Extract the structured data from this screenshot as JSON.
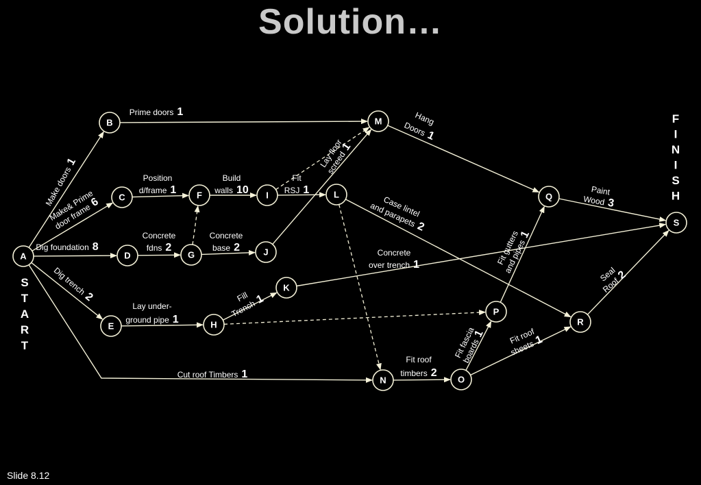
{
  "title": "Solution…",
  "slide_number": "Slide 8.12",
  "start_label": "START",
  "finish_label": "FINISH",
  "colors": {
    "background": "#000000",
    "line": "#f4f1d8",
    "text": "#ffffff",
    "title": "#c9c9c9"
  },
  "nodes": [
    "A",
    "B",
    "C",
    "D",
    "E",
    "F",
    "G",
    "H",
    "I",
    "J",
    "K",
    "L",
    "M",
    "N",
    "O",
    "P",
    "Q",
    "R",
    "S"
  ],
  "activities": [
    {
      "from": "A",
      "to": "B",
      "lines": [
        "Make doors"
      ],
      "duration": "1"
    },
    {
      "from": "A",
      "to": "C",
      "lines": [
        "Make& Prime",
        "door frame"
      ],
      "duration": "6"
    },
    {
      "from": "A",
      "to": "D",
      "lines": [
        "Dig foundation"
      ],
      "duration": "8"
    },
    {
      "from": "A",
      "to": "E",
      "lines": [
        "Dig trench"
      ],
      "duration": "2"
    },
    {
      "from": "A",
      "to": "N",
      "lines": [
        "Cut roof Timbers"
      ],
      "duration": "1"
    },
    {
      "from": "B",
      "to": "M",
      "lines": [
        "Prime doors"
      ],
      "duration": "1"
    },
    {
      "from": "C",
      "to": "F",
      "lines": [
        "Position",
        "d/frame"
      ],
      "duration": "1"
    },
    {
      "from": "D",
      "to": "G",
      "lines": [
        "Concrete",
        "fdns"
      ],
      "duration": "2"
    },
    {
      "from": "G",
      "to": "J",
      "lines": [
        "Concrete",
        "base"
      ],
      "duration": "2"
    },
    {
      "from": "F",
      "to": "I",
      "lines": [
        "Build",
        "walls"
      ],
      "duration": "10"
    },
    {
      "from": "I",
      "to": "L",
      "lines": [
        "Fit",
        "RSJ"
      ],
      "duration": "1"
    },
    {
      "from": "J",
      "to": "M",
      "lines": [
        "Lay floor",
        "screed"
      ],
      "duration": "1"
    },
    {
      "from": "E",
      "to": "H",
      "lines": [
        "Lay under-",
        "ground pipe"
      ],
      "duration": "1"
    },
    {
      "from": "H",
      "to": "K",
      "lines": [
        "Fill",
        "Trench"
      ],
      "duration": "1"
    },
    {
      "from": "K",
      "to": "S",
      "lines": [
        "Concrete",
        "over trench"
      ],
      "duration": "1"
    },
    {
      "from": "L",
      "to": "R",
      "lines": [
        "Case lintel",
        "and parapets"
      ],
      "duration": "2"
    },
    {
      "from": "M",
      "to": "Q",
      "lines": [
        "Hang",
        "Doors"
      ],
      "duration": "1"
    },
    {
      "from": "N",
      "to": "O",
      "lines": [
        "Fit roof",
        "timbers"
      ],
      "duration": "2"
    },
    {
      "from": "O",
      "to": "P",
      "lines": [
        "Fit fascia",
        "boards"
      ],
      "duration": "1"
    },
    {
      "from": "O",
      "to": "R",
      "lines": [
        "Fit roof",
        "sheets"
      ],
      "duration": "1"
    },
    {
      "from": "P",
      "to": "Q",
      "lines": [
        "Fit gutters",
        "and pipes"
      ],
      "duration": "1"
    },
    {
      "from": "Q",
      "to": "S",
      "lines": [
        "Paint",
        "Wood"
      ],
      "duration": "3"
    },
    {
      "from": "R",
      "to": "S",
      "lines": [
        "Seal",
        "Roof"
      ],
      "duration": "2"
    }
  ],
  "dummies": [
    {
      "from": "G",
      "to": "F"
    },
    {
      "from": "I",
      "to": "M"
    },
    {
      "from": "L",
      "to": "N"
    },
    {
      "from": "H",
      "to": "P"
    }
  ]
}
